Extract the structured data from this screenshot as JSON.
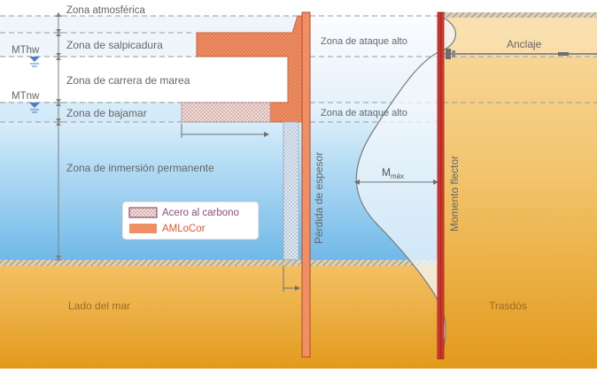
{
  "zones": {
    "atmospheric": "Zona atmosférica",
    "splash": "Zona de salpicadura",
    "tidal": "Zona de carrera de marea",
    "low_water": "Zona de bajamar",
    "immersion": "Zona de inmersión permanente"
  },
  "water_levels": {
    "mthw": "MThw",
    "mtnw": "MTnw"
  },
  "attack_zones": {
    "high_top": "Zona de ataque alto",
    "high_bottom": "Zona de ataque alto"
  },
  "legend": {
    "carbon_steel": "Acero al carbono",
    "amlocor": "AMLoCor"
  },
  "labels": {
    "thickness_loss": "Pérdida de espesor",
    "bending_moment": "Momento flector",
    "anchor": "Anclaje",
    "sea_side": "Lado del mar",
    "backfill": "Trasdós",
    "mmax_main": "M",
    "mmax_sub": "máx"
  },
  "colors": {
    "sky_top": "#e6f1fb",
    "water_top": "#dbeefb",
    "water_bottom": "#6fb8e8",
    "soil_top": "#f3c268",
    "soil_bottom": "#e49b1f",
    "backfill_light": "#f6d69a",
    "amlocor": "#ee8a5d",
    "pile_red": "#c52f2b",
    "carbon_steel": "#e3c7c2",
    "grey_line": "#8f8f8f"
  }
}
